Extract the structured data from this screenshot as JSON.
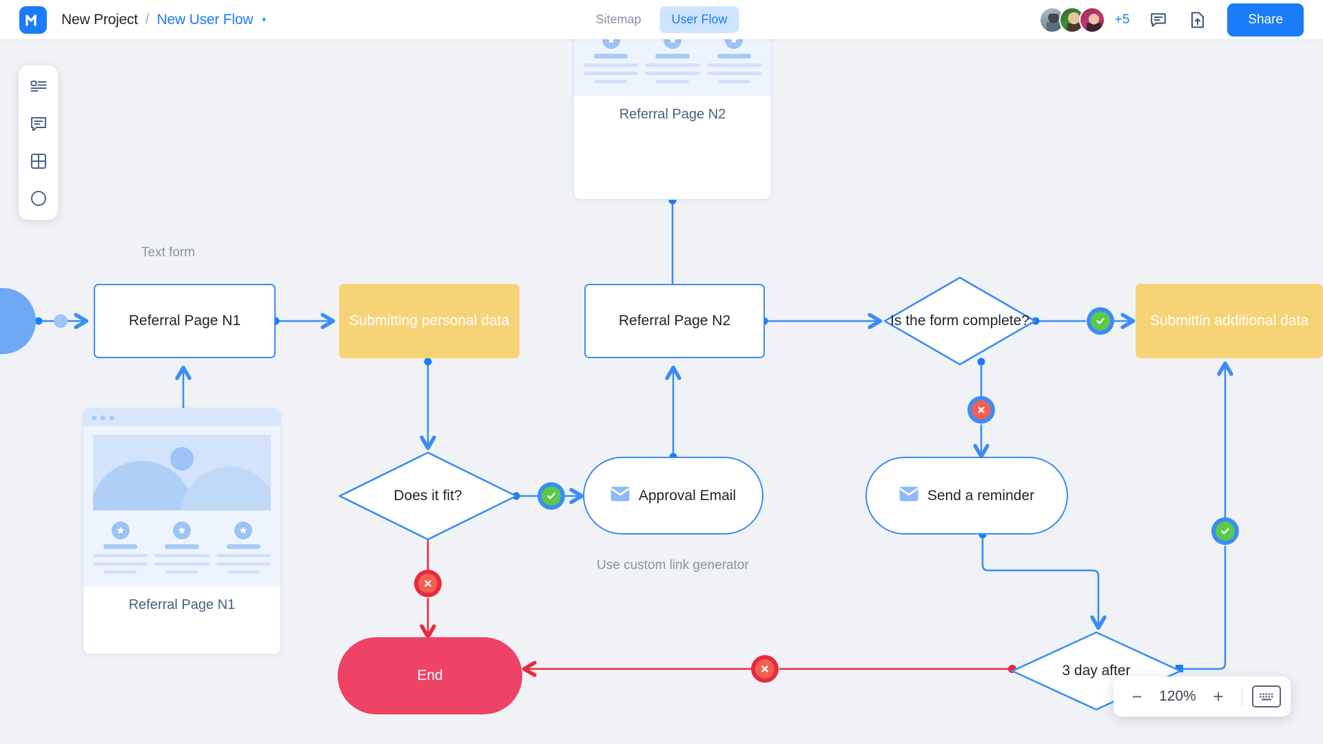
{
  "header": {
    "logo_icon": "moqups-m-logo",
    "project_name": "New Project",
    "separator": "/",
    "flow_name": "New User Flow",
    "caret_icon": "chevron-down-icon",
    "tabs": [
      {
        "label": "Sitemap",
        "active": false
      },
      {
        "label": "User Flow",
        "active": true
      }
    ],
    "collaborators": {
      "overflow_count": "+5",
      "avatar_count": 3
    },
    "comment_icon": "comment-icon",
    "export_icon": "export-file-icon",
    "share_label": "Share"
  },
  "toolbar": {
    "items": [
      {
        "icon": "page-list-icon"
      },
      {
        "icon": "comment-bubble-icon"
      },
      {
        "icon": "grid-table-icon"
      },
      {
        "icon": "circle-shape-icon"
      }
    ]
  },
  "canvas": {
    "labels": [
      {
        "text": "Text form"
      },
      {
        "text": "Use custom link generator"
      }
    ],
    "nodes": {
      "referral_n1": "Referral Page N1",
      "submitting_personal": "Submitting personal data",
      "referral_n2_mid": "Referral Page N2",
      "is_form_complete": "Is the form complete?",
      "submitting_additional": "Submittin additional data",
      "does_it_fit": "Does it fit?",
      "approval_email": "Approval Email",
      "send_reminder": "Send a reminder",
      "end": "End",
      "three_day_after": "3 day after"
    },
    "preview_cards": {
      "top": "Referral Page N2",
      "left": "Referral Page N1"
    },
    "badges": [
      {
        "name": "does-it-fit-yes",
        "type": "check"
      },
      {
        "name": "does-it-fit-no",
        "type": "cross-red"
      },
      {
        "name": "form-complete-yes",
        "type": "check"
      },
      {
        "name": "form-complete-no",
        "type": "cross"
      },
      {
        "name": "three-day-after-yes",
        "type": "check"
      },
      {
        "name": "end-cross",
        "type": "cross-red"
      }
    ]
  },
  "zoom_control": {
    "minus_label": "−",
    "level": "120%",
    "plus_label": "+",
    "keyboard_icon": "keyboard-icon"
  },
  "colors": {
    "accent_blue": "#1A7CFA",
    "edge_blue": "#3B8CF7",
    "yellow_node": "#F7D377",
    "end_pink": "#EE4266",
    "green_check": "#5BC94A",
    "red_cross": "#F4604F",
    "canvas_bg": "#F0F2F5"
  }
}
